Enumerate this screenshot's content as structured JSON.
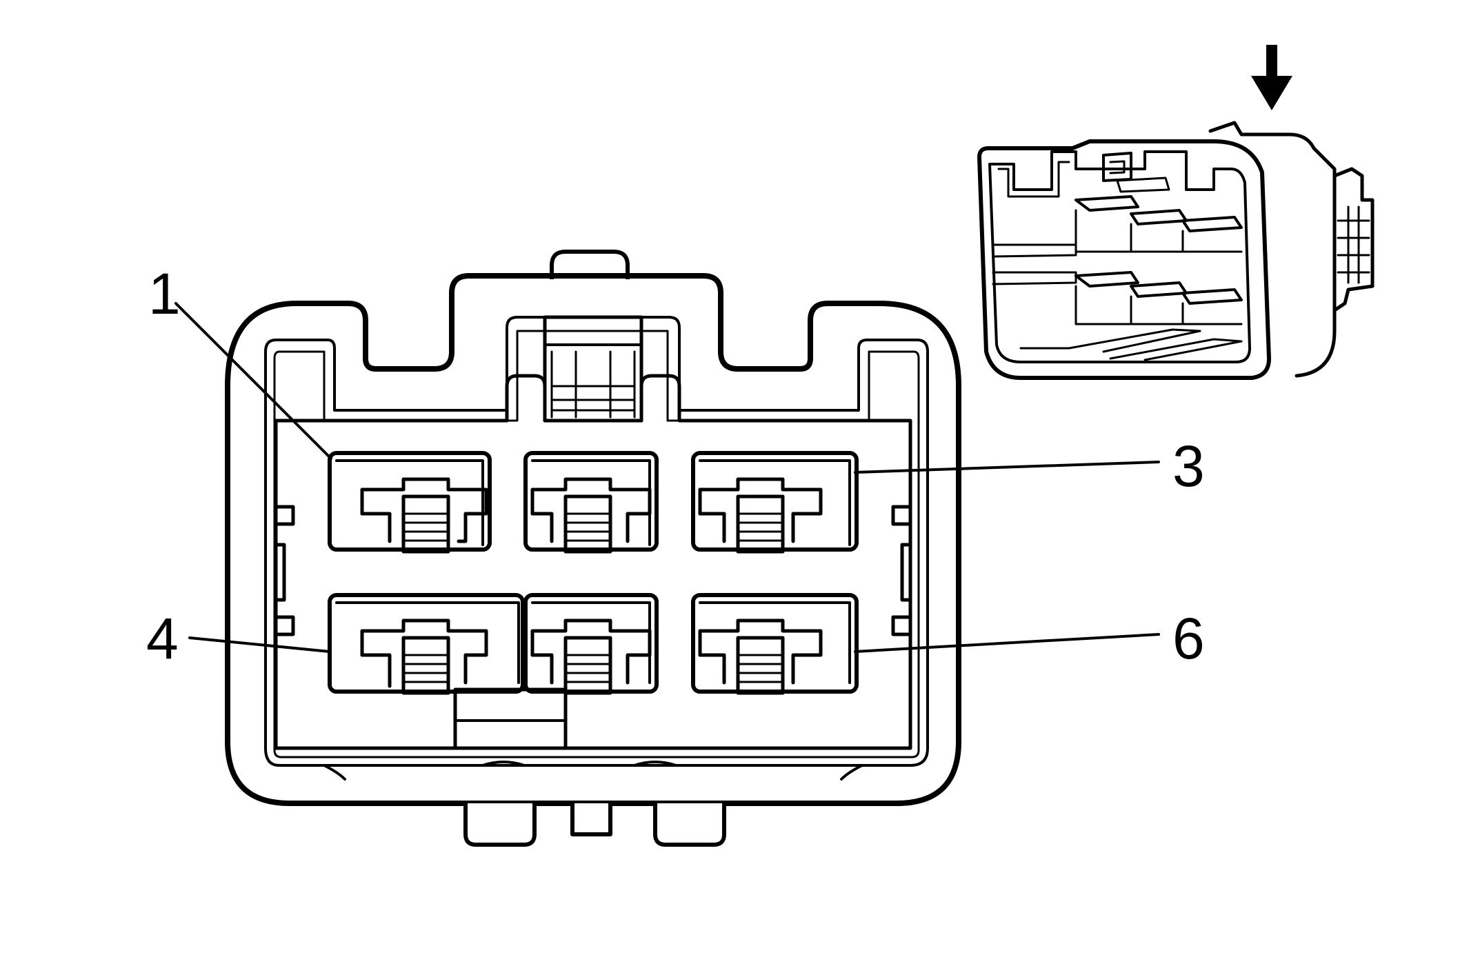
{
  "labels": {
    "pin_1": "1",
    "pin_3": "3",
    "pin_4": "4",
    "pin_6": "6"
  },
  "icons": {
    "view_direction": "down-arrow-icon"
  },
  "colors": {
    "line": "#000000",
    "background": "#ffffff"
  }
}
